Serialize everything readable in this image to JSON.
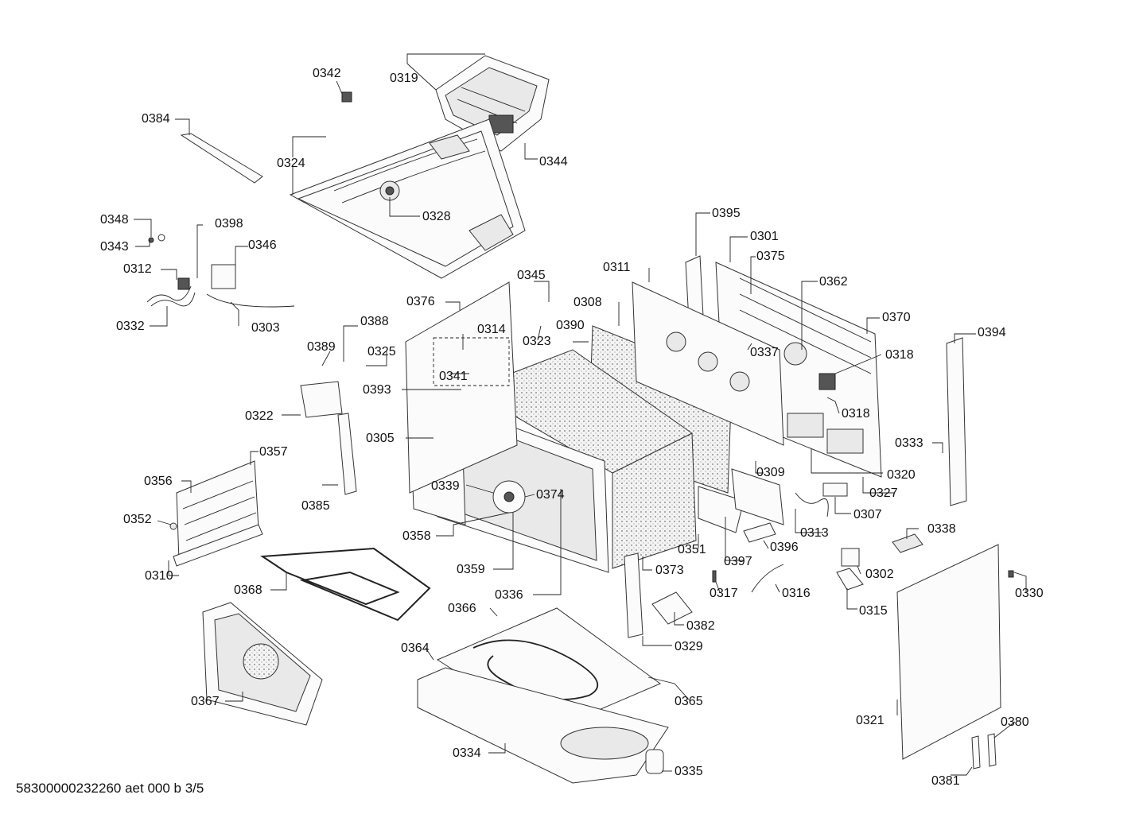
{
  "diagram": {
    "footer": "58300000232260 aet 000 b 3/5",
    "labels": [
      {
        "id": "0319",
        "text": "0319"
      },
      {
        "id": "0342",
        "text": "0342"
      },
      {
        "id": "0384",
        "text": "0384"
      },
      {
        "id": "0324",
        "text": "0324"
      },
      {
        "id": "0344",
        "text": "0344"
      },
      {
        "id": "0328",
        "text": "0328"
      },
      {
        "id": "0348",
        "text": "0348"
      },
      {
        "id": "0398",
        "text": "0398"
      },
      {
        "id": "0343",
        "text": "0343"
      },
      {
        "id": "0346",
        "text": "0346"
      },
      {
        "id": "0312",
        "text": "0312"
      },
      {
        "id": "0332",
        "text": "0332"
      },
      {
        "id": "0303",
        "text": "0303"
      },
      {
        "id": "0395",
        "text": "0395"
      },
      {
        "id": "0301",
        "text": "0301"
      },
      {
        "id": "0375",
        "text": "0375"
      },
      {
        "id": "0311",
        "text": "0311"
      },
      {
        "id": "0362",
        "text": "0362"
      },
      {
        "id": "0345",
        "text": "0345"
      },
      {
        "id": "0308",
        "text": "0308"
      },
      {
        "id": "0370",
        "text": "0370"
      },
      {
        "id": "0376",
        "text": "0376"
      },
      {
        "id": "0390",
        "text": "0390"
      },
      {
        "id": "0394",
        "text": "0394"
      },
      {
        "id": "0314",
        "text": "0314"
      },
      {
        "id": "0323",
        "text": "0323"
      },
      {
        "id": "0337",
        "text": "0337"
      },
      {
        "id": "0318a",
        "text": "0318"
      },
      {
        "id": "0388",
        "text": "0388"
      },
      {
        "id": "0389",
        "text": "0389"
      },
      {
        "id": "0325",
        "text": "0325"
      },
      {
        "id": "0341",
        "text": "0341"
      },
      {
        "id": "0393",
        "text": "0393"
      },
      {
        "id": "0318b",
        "text": "0318"
      },
      {
        "id": "0322",
        "text": "0322"
      },
      {
        "id": "0333",
        "text": "0333"
      },
      {
        "id": "0305",
        "text": "0305"
      },
      {
        "id": "0357",
        "text": "0357"
      },
      {
        "id": "0320",
        "text": "0320"
      },
      {
        "id": "0309",
        "text": "0309"
      },
      {
        "id": "0356",
        "text": "0356"
      },
      {
        "id": "0339",
        "text": "0339"
      },
      {
        "id": "0374",
        "text": "0374"
      },
      {
        "id": "0327",
        "text": "0327"
      },
      {
        "id": "0385",
        "text": "0385"
      },
      {
        "id": "0307",
        "text": "0307"
      },
      {
        "id": "0352",
        "text": "0352"
      },
      {
        "id": "0313",
        "text": "0313"
      },
      {
        "id": "0358",
        "text": "0358"
      },
      {
        "id": "0338",
        "text": "0338"
      },
      {
        "id": "0351",
        "text": "0351"
      },
      {
        "id": "0396",
        "text": "0396"
      },
      {
        "id": "0310",
        "text": "0310"
      },
      {
        "id": "0397",
        "text": "0397"
      },
      {
        "id": "0302",
        "text": "0302"
      },
      {
        "id": "0359",
        "text": "0359"
      },
      {
        "id": "0373",
        "text": "0373"
      },
      {
        "id": "0368",
        "text": "0368"
      },
      {
        "id": "0317",
        "text": "0317"
      },
      {
        "id": "0316",
        "text": "0316"
      },
      {
        "id": "0336",
        "text": "0336"
      },
      {
        "id": "0330",
        "text": "0330"
      },
      {
        "id": "0315",
        "text": "0315"
      },
      {
        "id": "0366",
        "text": "0366"
      },
      {
        "id": "0382",
        "text": "0382"
      },
      {
        "id": "0329",
        "text": "0329"
      },
      {
        "id": "0364",
        "text": "0364"
      },
      {
        "id": "0365",
        "text": "0365"
      },
      {
        "id": "0367",
        "text": "0367"
      },
      {
        "id": "0321",
        "text": "0321"
      },
      {
        "id": "0380",
        "text": "0380"
      },
      {
        "id": "0334",
        "text": "0334"
      },
      {
        "id": "0335",
        "text": "0335"
      },
      {
        "id": "0381",
        "text": "0381"
      }
    ]
  }
}
